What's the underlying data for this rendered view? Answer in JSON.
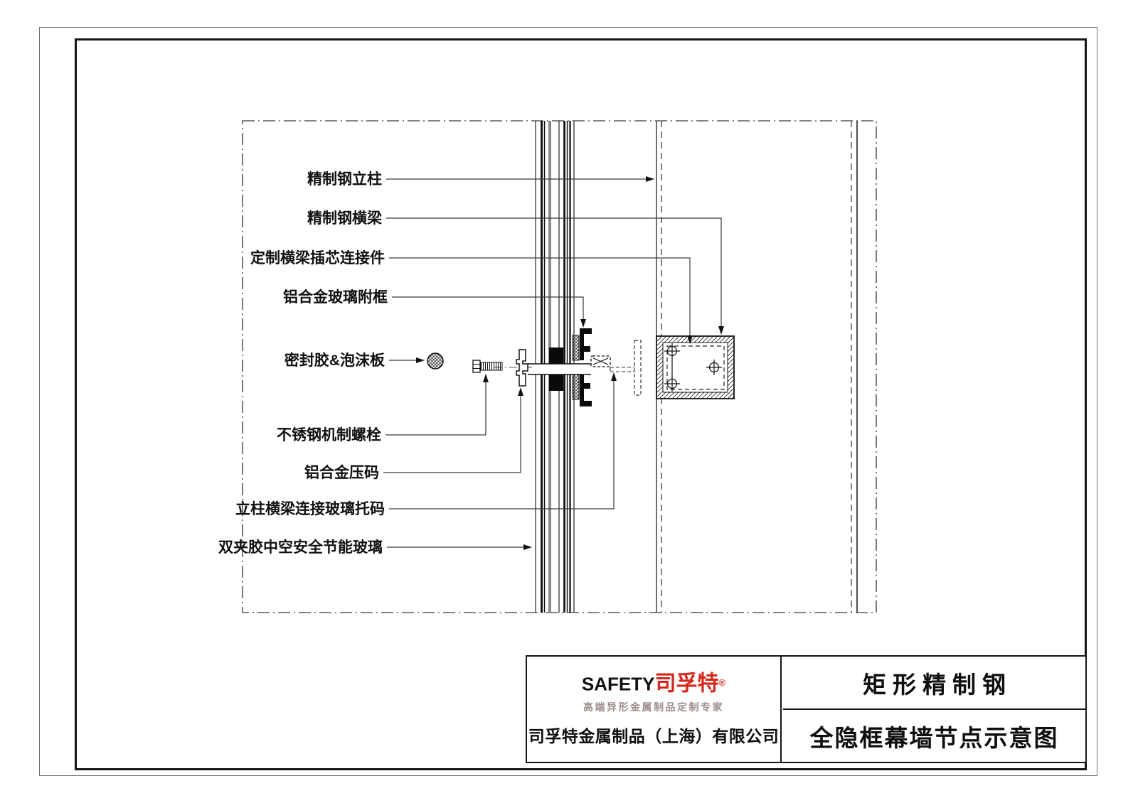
{
  "drawing": {
    "labels": [
      {
        "id": "refined-steel-column",
        "text": "精制钢立柱"
      },
      {
        "id": "refined-steel-beam",
        "text": "精制钢横梁"
      },
      {
        "id": "custom-beam-insert-connector",
        "text": "定制横梁插芯连接件"
      },
      {
        "id": "aluminum-glass-subframe",
        "text": "铝合金玻璃附框"
      },
      {
        "id": "sealant-foam-rod",
        "text": "密封胶&泡沫板"
      },
      {
        "id": "stainless-machine-bolt",
        "text": "不锈钢机制螺栓"
      },
      {
        "id": "aluminum-pressure-block",
        "text": "铝合金压码"
      },
      {
        "id": "column-beam-glass-support",
        "text": "立柱横梁连接玻璃托码"
      },
      {
        "id": "double-laminated-ig-glass",
        "text": "双夹胶中空安全节能玻璃"
      }
    ]
  },
  "title_block": {
    "logo": {
      "latin": "SAFETY",
      "brand": "司孚特",
      "registered": "®",
      "tagline": "高端异形金属制品定制专家"
    },
    "company": "司孚特金属制品（上海）有限公司",
    "product": "矩形精制钢",
    "drawing_title": "全隐框幕墙节点示意图",
    "colors": {
      "brand_red": "#d6261c",
      "tagline_gray": "#a08d8d",
      "line_black": "#141414"
    }
  }
}
